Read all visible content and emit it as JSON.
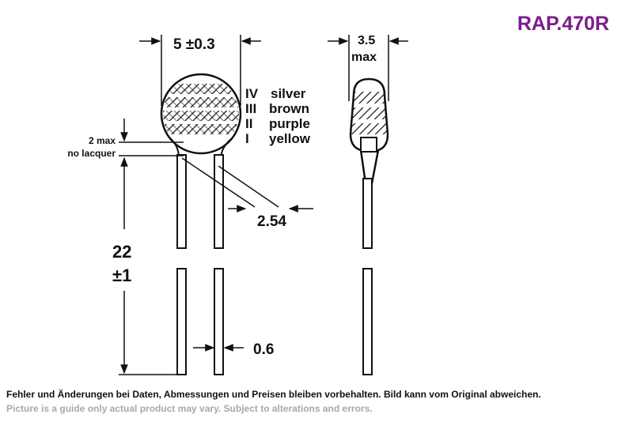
{
  "title": "RAP.470R",
  "dimensions": {
    "body_width": "5 ±0.3",
    "thickness_value": "3.5",
    "thickness_note": "max",
    "lacquer_value": "2 max",
    "lacquer_note": "no lacquer",
    "pitch": "2.54",
    "lead_length_value": "22",
    "lead_length_tol": "±1",
    "lead_diameter": "0.6"
  },
  "color_bands": [
    {
      "ring": "IV",
      "color": "silver"
    },
    {
      "ring": "III",
      "color": "brown"
    },
    {
      "ring": "II",
      "color": "purple"
    },
    {
      "ring": "I",
      "color": "yellow"
    }
  ],
  "footer": {
    "german": "Fehler und Änderungen bei Daten, Abmessungen und Preisen bleiben vorbehalten. Bild kann vom Original abweichen.",
    "english": "Picture is a guide only actual product may vary. Subject to alterations and errors."
  },
  "colors": {
    "title": "#7b1c8c",
    "footer_english": "#a8a8a8",
    "drawing_lines": "#111111"
  }
}
